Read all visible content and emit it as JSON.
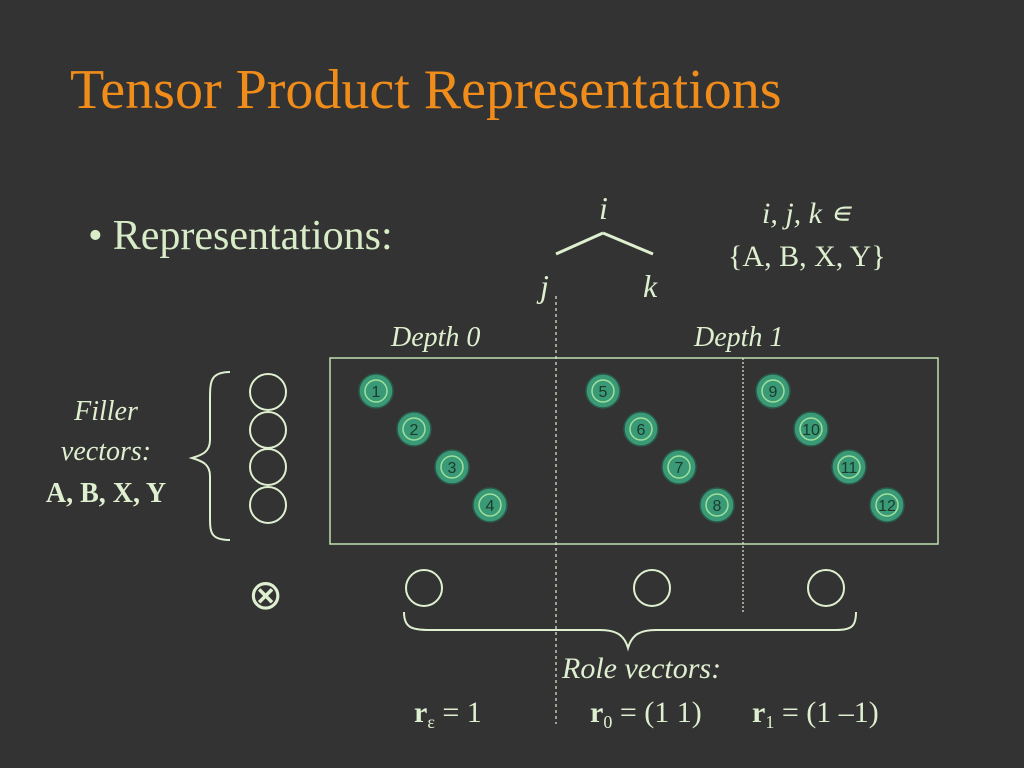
{
  "slide": {
    "title": "Tensor Product Representations",
    "bullet": "Representations:"
  },
  "tree": {
    "root": "i",
    "left": "j",
    "right": "k"
  },
  "set": {
    "line1": "i, j, k ∊",
    "line2": "{A, B, X, Y}"
  },
  "depths": {
    "depth0": "Depth 0",
    "depth1": "Depth 1"
  },
  "filler": {
    "line1": "Filler",
    "line2": "vectors:",
    "line3": "A, B, X, Y"
  },
  "tensor_symbol": "⊗",
  "units": [
    "1",
    "2",
    "3",
    "4",
    "5",
    "6",
    "7",
    "8",
    "9",
    "10",
    "11",
    "12"
  ],
  "role": {
    "label": "Role vectors:",
    "r_eps_base": "r",
    "r_eps_sub": "ε",
    "r_eps_value": " = 1",
    "r0_base": "r",
    "r0_sub": "0",
    "r0_value": " = (1 1)",
    "r1_base": "r",
    "r1_sub": "1",
    "r1_value": " = (1 –1)"
  },
  "colors": {
    "title": "#f08c1a",
    "unit_fill": "#3a9a78",
    "unit_ring": "#9fe09a",
    "line": "#dff0d0"
  }
}
